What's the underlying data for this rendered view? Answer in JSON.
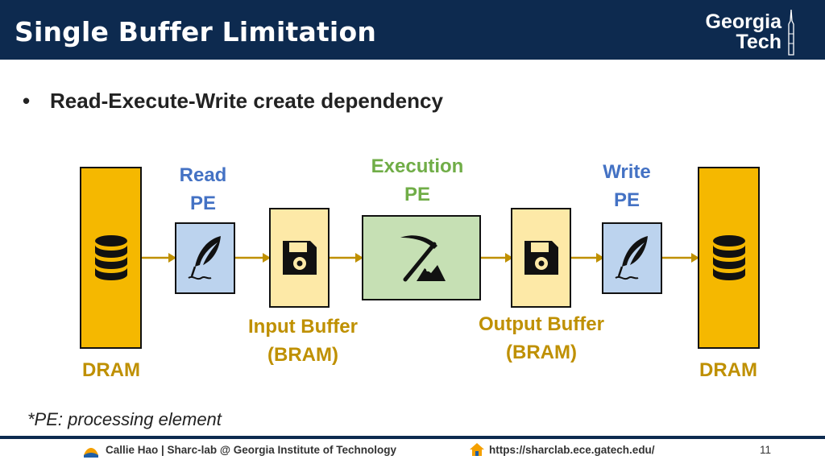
{
  "header": {
    "title": "Single Buffer Limitation",
    "logo": {
      "line1": "Georgia",
      "line2": "Tech",
      "color": "#ffffff",
      "bar_color": "#0d2a4f"
    }
  },
  "bullet": "Read-Execute-Write create dependency",
  "diagram": {
    "blocks": [
      {
        "id": "dram-left",
        "icon": "database-icon",
        "fill": "#f5b800"
      },
      {
        "id": "read-pe",
        "icon": "quill-icon",
        "fill": "#bcd3ee"
      },
      {
        "id": "input-buffer",
        "icon": "floppy-disk-icon",
        "fill": "#fde9a7"
      },
      {
        "id": "execution-pe",
        "icon": "pickaxe-icon",
        "fill": "#c6e0b4"
      },
      {
        "id": "output-buffer",
        "icon": "floppy-disk-icon",
        "fill": "#fde9a7"
      },
      {
        "id": "write-pe",
        "icon": "quill-icon",
        "fill": "#bcd3ee"
      },
      {
        "id": "dram-right",
        "icon": "database-icon",
        "fill": "#f5b800"
      }
    ],
    "labels": {
      "read_pe_1": "Read",
      "read_pe_2": "PE",
      "exec_pe_1": "Execution",
      "exec_pe_2": "PE",
      "write_pe_1": "Write",
      "write_pe_2": "PE",
      "input_buf_1": "Input Buffer",
      "input_buf_2": "(BRAM)",
      "output_buf_1": "Output Buffer",
      "output_buf_2": "(BRAM)",
      "dram_left": "DRAM",
      "dram_right": "DRAM"
    },
    "colors": {
      "pe_label": "#4472c4",
      "exec_label": "#70ad47",
      "buffer_label": "#bf9000",
      "arrow": "#bf9000"
    }
  },
  "note": "*PE: processing element",
  "footer": {
    "left": "Callie Hao | Sharc-lab @ Georgia Institute of Technology",
    "url": "https://sharclab.ece.gatech.edu/",
    "page": "11"
  }
}
